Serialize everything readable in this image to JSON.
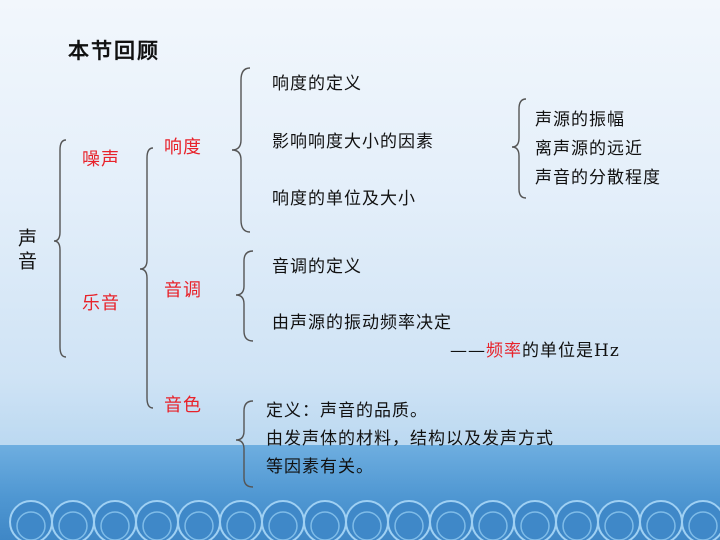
{
  "title": "本节回顾",
  "root": "声音",
  "colors": {
    "accent_red": "#e8222a",
    "text": "#111111",
    "sea": "#4f97d2"
  },
  "level1": {
    "noise": "噪声",
    "music": "乐音"
  },
  "level2": {
    "loudness": "响度",
    "pitch": "音调",
    "timbre": "音色"
  },
  "loudness_items": [
    "响度的定义",
    "影响响度大小的因素",
    "响度的单位及大小"
  ],
  "loudness_factors": [
    "声源的振幅",
    "离声源的远近",
    "声音的分散程度"
  ],
  "pitch_items": {
    "definition": "音调的定义",
    "determined_by": "由声源的振动频率决定",
    "unit_prefix": "——",
    "unit_keyword": "频率",
    "unit_suffix": "的单位是Hz"
  },
  "timbre_lines": [
    "定义：声音的品质。",
    "由发声体的材料，结构以及发声方式",
    "等因素有关。"
  ]
}
